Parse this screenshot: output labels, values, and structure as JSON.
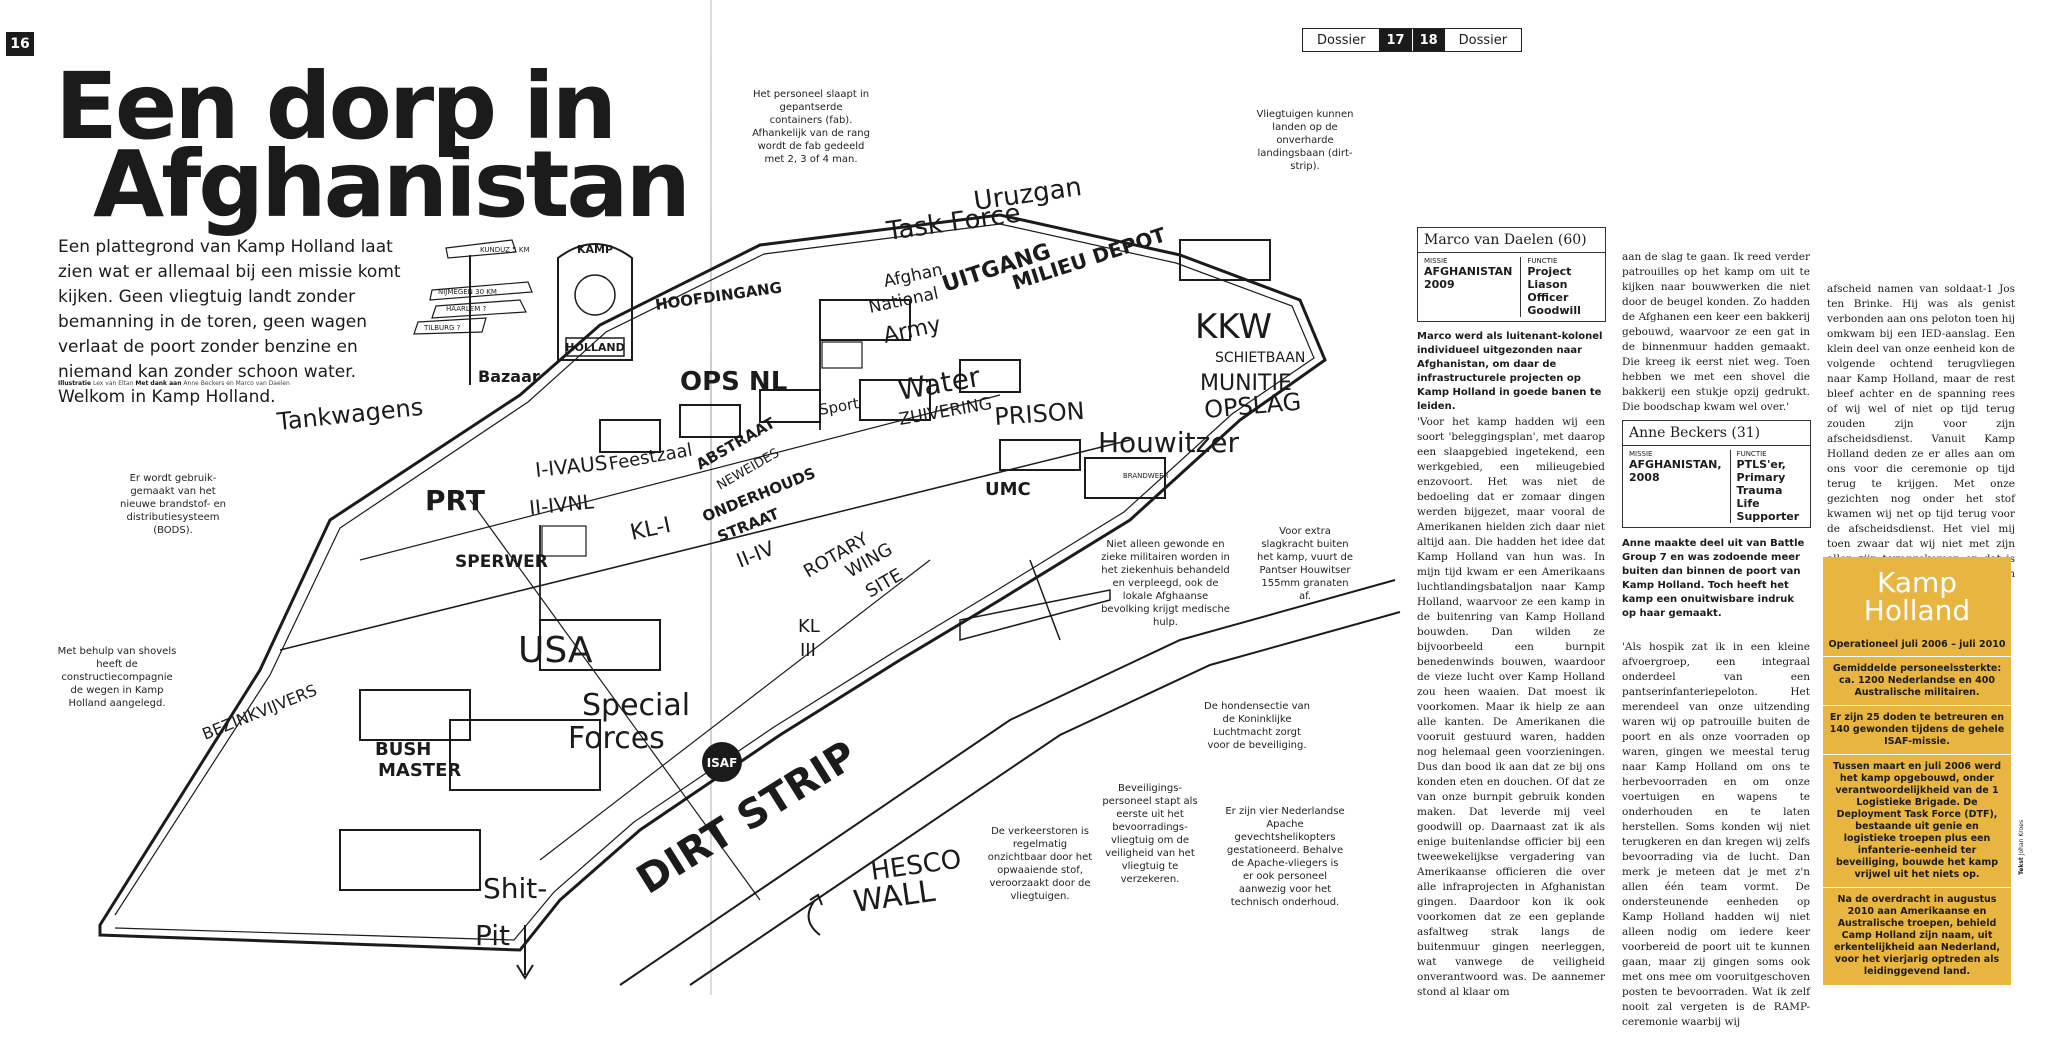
{
  "left_page": {
    "page_number": "16",
    "headline_line1": "Een dorp in",
    "headline_line2": "Afghanistan",
    "intro": "Een plattegrond van Kamp Holland laat zien wat er allemaal bij een missie komt kijken. Geen vliegtuig landt zonder bemanning in de toren, geen wagen verlaat de poort zonder benzine en niemand kan zonder schoon water. Welkom in Kamp Holland.",
    "credit_label1": "Illustratie",
    "credit_name1": "Lex van Eltan",
    "credit_label2": "Met dank aan",
    "credit_name2": "Anne Beckers en Marco van Daelen"
  },
  "map": {
    "labels": {
      "kamp": "KAMP",
      "holland": "HOLLAND",
      "bazaar": "Bazaar",
      "tankwagens": "Tankwagens",
      "hoofdingang": "HOOFDINGANG",
      "ops_nl": "OPS NL",
      "task_force": "Task Force",
      "uruzgan": "Uruzgan",
      "uitgang": "UITGANG",
      "milieudepot": "MILIEU DEPOT",
      "afghan": "Afghan",
      "national": "National",
      "army": "Army",
      "water": "Water",
      "zuivering": "ZUIVERING",
      "prison": "PRISON",
      "sport": "Sport",
      "kkw": "KKW",
      "schietbaan": "SCHIETBAAN",
      "munitie": "MUNITIE",
      "opslag": "OPSLAG",
      "houwitzer": "Houwitzer",
      "i_ivaus": "I-IVAUS",
      "feestzaal": "Feestzaal",
      "abstraat": "ABSTRAAT",
      "neweides": "NEWEIDES",
      "onderhouds": "ONDERHOUDS",
      "straat": "STRAAT",
      "ii_iv": "II-IV",
      "kl_i": "KL-I",
      "prt": "PRT",
      "ii_ivnl": "II-IVNL",
      "umc": "UMC",
      "sperwer": "SPERWER",
      "rotary": "ROTARY",
      "wing": "WING",
      "site": "SITE",
      "usa": "USA",
      "kl": "KL",
      "iii": "III",
      "special": "Special",
      "forces": "Forces",
      "bezinkvijvers": "BEZINKVIJVERS",
      "bush": "BUSH",
      "master": "MASTER",
      "isaf": "ISAF",
      "dirt_strip": "DIRT STRIP",
      "hesco": "HESCO",
      "wall": "WALL",
      "shit": "Shit-",
      "pit": "Pit",
      "brandweer": "BRANDWEER",
      "sign1": "NIJMEGEN 30 KM",
      "sign2": "HAARLEM ?",
      "sign3": "TILBURG ?",
      "sign4": "KUNDUZ 5 KM"
    },
    "callouts": {
      "personeel": "Het personeel slaapt in gepantserde containers (fab). Afhankelijk van de rang wordt de fab gedeeld met 2, 3 of 4 man.",
      "vliegtuigen": "Vliegtuigen kunnen landen op de onverharde landingsbaan (dirt-strip).",
      "bods": "Er wordt gebruik-gemaakt van het nieuwe brandstof- en distributiesysteem (BODS).",
      "gewonden": "Niet alleen gewonde en zieke militairen worden in het ziekenhuis behandeld en verpleegd, ook de lokale Afghaanse bevolking krijgt medische hulp.",
      "slagkracht": "Voor extra slagkracht buiten het kamp, vuurt de Pantser Houwitser 155mm granaten af.",
      "shovels": "Met behulp van shovels heeft de constructiecompagnie de wegen in Kamp Holland aangelegd.",
      "honden": "De hondensectie van de Koninklijke Luchtmacht zorgt voor de beveiliging.",
      "beveiliging": "Beveiligings-personeel stapt als eerste uit het bevoorradings-vliegtuig om de veiligheid van het vliegtuig te verzekeren.",
      "apache": "Er zijn vier Nederlandse Apache gevechtshelikopters gestationeerd. Behalve de Apache-vliegers is er ook personeel aanwezig voor het technisch onderhoud.",
      "verkeerstoren": "De verkeerstoren is regelmatig onzichtbaar door het opwaaiende stof, veroorzaakt door de vliegtuigen."
    }
  },
  "right_page": {
    "dossier_left_label": "Dossier",
    "page_left": "17",
    "page_right": "18",
    "dossier_right_label": "Dossier",
    "profile1": {
      "name": "Marco van Daelen (60)",
      "missie_label": "MISSIE",
      "missie_value": "AFGHANISTAN 2009",
      "functie_label": "FUNCTIE",
      "functie_value": "Project Liason Officer Goodwill"
    },
    "lead1": "Marco werd als luitenant-kolonel individueel uitgezonden naar Afghanistan, om daar de infrastructurele projecten op Kamp Holland in goede banen te leiden.",
    "col1_p1": "'Voor het kamp hadden wij een soort 'beleggingsplan', met daarop een slaapgebied ingetekend, een werkgebied, een milieugebied enzovoort. Het was niet de bedoeling dat er zomaar dingen werden bijgezet, maar vooral de Amerikanen hielden zich daar niet altijd aan. Die hadden het idee dat Kamp Holland van hun was. In mijn tijd kwam er een Amerikaans luchtlandingsbataljon naar Kamp Holland, waarvoor ze een kamp in de buitenring van Kamp Holland bouwden. Dan wilden ze bijvoorbeeld een burnpit benedenwinds bouwen, waardoor de vieze lucht over Kamp Holland zou heen waaien. Dat moest ik voorkomen. Maar ik hielp ze aan alle kanten. De Amerikanen die vooruit gestuurd waren, hadden nog helemaal geen voorzieningen. Dus dan bood ik aan dat ze bij ons konden eten en douchen. Of dat ze van onze burnpit gebruik konden maken. Dat leverde mij veel goodwill op. Daarnaast zat ik als enige buitenlandse officier bij een tweewekelijkse vergadering van Amerikaanse officieren die over alle infraprojecten in Afghanistan gingen. Daardoor kon ik ook voorkomen dat ze een geplande asfaltweg strak langs de buitenmuur gingen neerleggen, wat vanwege de veiligheid onverantwoord was. De aannemer stond al klaar om",
    "col2_p1": "aan de slag te gaan. Ik reed verder patrouilles op het kamp om uit te kijken naar bouwwerken die niet door de beugel konden. Zo hadden de Afghanen een keer een bakkerij gebouwd, waarvoor ze een gat in de binnenmuur hadden gemaakt. Die kreeg ik eerst niet weg. Toen hebben we met een shovel die bakkerij een stukje opzij gedrukt. Die boodschap kwam wel over.'",
    "profile2": {
      "name": "Anne Beckers (31)",
      "missie_label": "MISSIE",
      "missie_value": "AFGHANISTAN, 2008",
      "functie_label": "FUNCTIE",
      "functie_value": "PTLS'er, Primary Trauma Life Supporter"
    },
    "lead2": "Anne maakte deel uit van Battle Group 7 en was zodoende meer buiten dan binnen de poort van Kamp Holland. Toch heeft het kamp een onuitwisbare indruk op haar gemaakt.",
    "col2_p2": "'Als hospik zat ik in een kleine afvoergroep, een integraal onderdeel van een pantserinfanteriepeloton. Het merendeel van onze uitzending waren wij op patrouille buiten de poort en als onze voorraden op waren, gingen we meestal terug naar Kamp Holland om ons te herbevoorraden en om onze voertuigen en wapens te onderhouden en te laten herstellen. Soms konden wij niet terugkeren en dan kregen wij zelfs bevoorrading via de lucht. Dan merk je meteen dat je met z'n allen één team vormt. De ondersteunende eenheden op Kamp Holland hadden wij niet alleen nodig om iedere keer voorbereid de poort uit te kunnen gaan, maar zij gingen soms ook met ons mee om vooruitgeschoven posten te bevoorraden. Wat ik zelf nooit zal vergeten is de RAMP-ceremonie waarbij wij",
    "col3_p1": "afscheid namen van soldaat-1 Jos ten Brinke. Hij was als genist verbonden aan ons peloton toen hij omkwam bij een IED-aanslag. Een klein deel van onze eenheid kon de volgende ochtend terugvliegen naar Kamp Holland, maar de rest bleef achter en de spanning rees of wij wel of niet op tijd terug zouden zijn voor zijn afscheidsdienst. Vanuit Kamp Holland deden ze er alles aan om ons voor die ceremonie op tijd terug te krijgen. Met onze gezichten nog onder het stof kwamen wij net op tijd terug voor de afscheidsdienst. Het viel mij toen zwaar dat wij niet met zijn allen zijn teruggekomen en dat is iets wat de rest van je leven bijblijft.' ■",
    "kamp_box": {
      "title_line1": "Kamp",
      "title_line2": "Holland",
      "operational": "Operationeel juli 2006 – juli 2010",
      "fact1": "Gemiddelde personeelssterkte: ca. 1200 Nederlandse en 400 Australische militairen.",
      "fact2": "Er zijn 25 doden te betreuren en 140 gewonden tijdens de gehele ISAF-missie.",
      "fact3": "Tussen maart en juli 2006 werd het kamp opgebouwd, onder verantwoordelijkheid van de 1 Logistieke Brigade. De Deployment Task Force (DTF), bestaande uit genie en logistieke troepen plus een infanterie-eenheid ter beveiliging, bouwde het kamp vrijwel uit het niets op.",
      "fact4": "Na de overdracht in augustus 2010 aan Amerikaanse en Australische troepen, behield Camp Holland zijn naam, uit erkentelijkheid aan Nederland, voor het vierjarig optreden als leidinggevend land."
    },
    "tekst_label": "Tekst",
    "tekst_name": "Johan Kroes"
  }
}
